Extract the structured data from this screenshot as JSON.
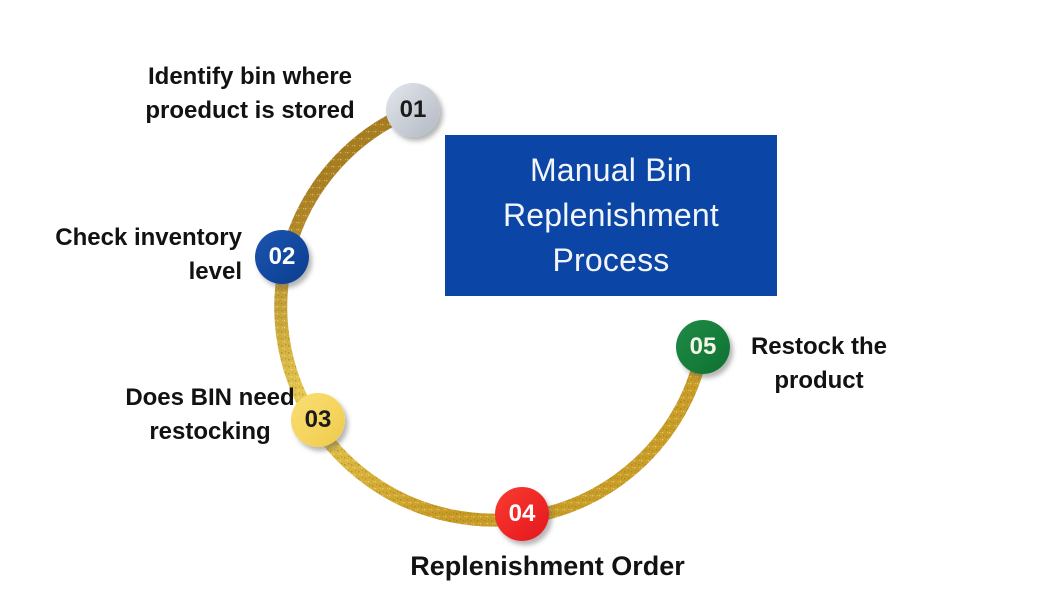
{
  "title": {
    "lines": [
      "Manual Bin",
      "Replenishment",
      "Process"
    ],
    "bg_color": "#0b45a6",
    "text_color": "#f2f5fa"
  },
  "steps": [
    {
      "num": "01",
      "label": "Identify bin where proeduct is stored",
      "lines": [
        "Identify bin where",
        "proeduct is stored"
      ],
      "badge_color": "#c8cdd6",
      "num_color": "#1b1b1b"
    },
    {
      "num": "02",
      "label": "Check inventory level",
      "lines": [
        "Check inventory",
        "level"
      ],
      "badge_color": "#11479d",
      "num_color": "#ffffff"
    },
    {
      "num": "03",
      "label": "Does BIN need restocking",
      "lines": [
        "Does BIN need",
        "restocking"
      ],
      "badge_color": "#f5d45c",
      "num_color": "#1b1b1b"
    },
    {
      "num": "04",
      "label": "Replenishment Order",
      "lines": [
        "Replenishment Order",
        ""
      ],
      "badge_color": "#ee2424",
      "num_color": "#ffffff"
    },
    {
      "num": "05",
      "label": "Restock the product",
      "lines": [
        "Restock the",
        "product"
      ],
      "badge_color": "#157c3a",
      "num_color": "#f6f4e6"
    }
  ],
  "arc": {
    "gold_colors": [
      "#a87e22",
      "#e8ca52",
      "#c79b26",
      "#caa02c"
    ],
    "shape": "open circle, gap at top-right, drawn counterclockwise from step 01 to step 05"
  }
}
